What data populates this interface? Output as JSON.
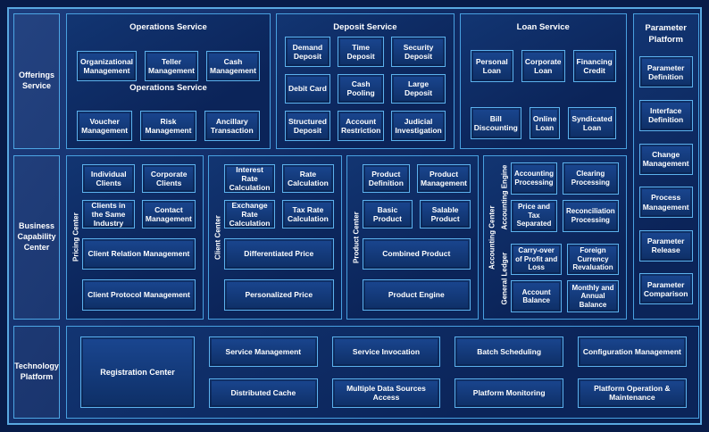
{
  "colors": {
    "page_bg": "#081c49",
    "frame_border": "#59a8e0",
    "section_border": "#48a0e0",
    "box_border": "#5cb2ee",
    "box_fill_top": "#1a4690",
    "box_fill_bottom": "#0e2f66",
    "text": "#ffffff"
  },
  "sidebar": {
    "offerings": "Offerings Service",
    "business": "Business Capability Center",
    "technology": "Technology Platform"
  },
  "operations": {
    "title": "Operations Service",
    "mid_label": "Operations Service",
    "row1": [
      "Organizational Management",
      "Teller Management",
      "Cash Management"
    ],
    "row2": [
      "Voucher Management",
      "Risk Management",
      "Ancillary Transaction"
    ]
  },
  "deposit": {
    "title": "Deposit Service",
    "items": [
      "Demand Deposit",
      "Time Deposit",
      "Security Deposit",
      "Debit Card",
      "Cash Pooling",
      "Large Deposit",
      "Structured Deposit",
      "Account Restriction",
      "Judicial Investigation"
    ]
  },
  "loan": {
    "title": "Loan Service",
    "row1": [
      "Personal Loan",
      "Corporate Loan",
      "Financing Credit"
    ],
    "row2": [
      "Bill Discounting",
      "Online Loan",
      "Syndicated Loan"
    ]
  },
  "parameter": {
    "title": "Parameter Platform",
    "items": [
      "Parameter Definition",
      "Interface Definition",
      "Change Management",
      "Process Management",
      "Parameter Release",
      "Parameter Comparison"
    ]
  },
  "pricing": {
    "label": "Pricing Center",
    "small": [
      "Individual Clients",
      "Corporate Clients",
      "Clients in the Same Industry",
      "Contact Management"
    ],
    "wide": [
      "Client Relation Management",
      "Client Protocol Management"
    ]
  },
  "client": {
    "label": "Client Center",
    "small": [
      "Interest Rate Calculation",
      "Rate Calculation",
      "Exchange Rate Calculation",
      "Tax Rate Calculation"
    ],
    "wide": [
      "Differentiated Price",
      "Personalized Price"
    ]
  },
  "product": {
    "label": "Product Center",
    "small": [
      "Product Definition",
      "Product Management",
      "Basic Product",
      "Salable Product"
    ],
    "wide": [
      "Combined Product",
      "Product Engine"
    ]
  },
  "accounting": {
    "label": "Accounting Center",
    "engine_label": "Accounting Engine",
    "ledger_label": "General Ledger",
    "engine": [
      "Accounting Processing",
      "Clearing Processing",
      "Price and Tax Separated",
      "Reconciliation Processing"
    ],
    "ledger": [
      "Carry-over of Profit and Loss",
      "Foreign Currency Revaluation",
      "Account Balance",
      "Monthly and Annual Balance"
    ]
  },
  "bottom": {
    "registration": "Registration Center",
    "row1": [
      "Service Management",
      "Service Invocation",
      "Batch Scheduling",
      "Configuration Management"
    ],
    "row2": [
      "Distributed Cache",
      "Multiple Data Sources Access",
      "Platform Monitoring",
      "Platform Operation & Maintenance"
    ]
  }
}
